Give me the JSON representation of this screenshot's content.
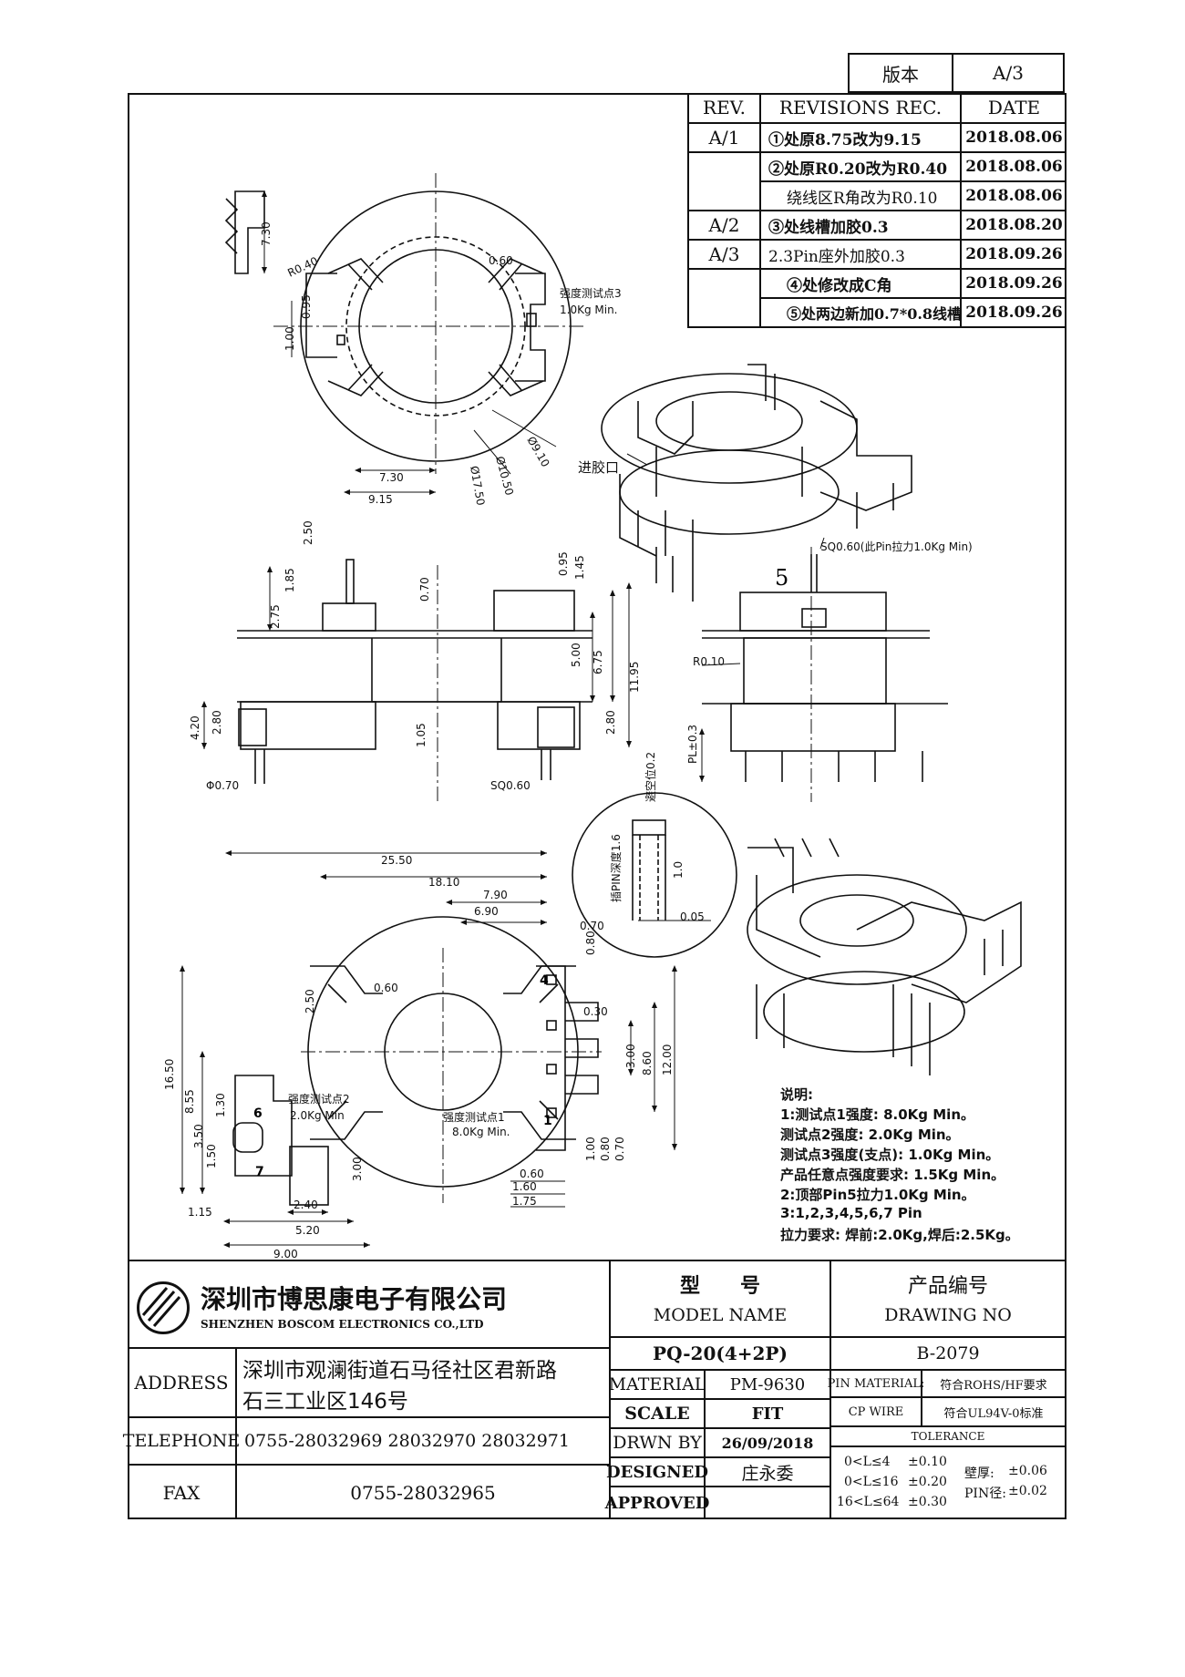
{
  "version_box": {
    "label": "版本",
    "value": "A/3"
  },
  "revisions": {
    "headers": [
      "REV.",
      "REVISIONS REC.",
      "DATE"
    ],
    "rows": [
      {
        "rev": "A/1",
        "desc": "①处原8.75改为9.15",
        "date": "2018.08.06"
      },
      {
        "rev": "",
        "desc": "②处原R0.20改为R0.40",
        "date": "2018.08.06"
      },
      {
        "rev": "",
        "desc": "绕线区R角改为R0.10",
        "date": "2018.08.06"
      },
      {
        "rev": "A/2",
        "desc": "③处线槽加胶0.3",
        "date": "2018.08.20"
      },
      {
        "rev": "A/3",
        "desc": "2.3Pin座外加胶0.3",
        "date": "2018.09.26"
      },
      {
        "rev": "",
        "desc": "④处修改成C角",
        "date": "2018.09.26"
      },
      {
        "rev": "",
        "desc": "⑤处两边新加0.7*0.8线槽",
        "date": "2018.09.26"
      }
    ]
  },
  "drawing_text": {
    "top_view": {
      "d_730": "7.30",
      "r040": "R0.40",
      "d_060": "0.60",
      "test3": "强度测试点3",
      "test3_val": "1.0Kg Min.",
      "d_100": "1.00",
      "d_095": "0.95",
      "d_910": "Ø9.10",
      "d_1050": "Ø10.50",
      "d_1750": "Ø17.50",
      "d_730b": "7.30",
      "d_915": "9.15"
    },
    "iso_label": "进胶口",
    "front_view": {
      "d_250": "2.50",
      "d_185": "1.85",
      "d_275": "2.75",
      "d_070": "0.70",
      "d_095": "0.95",
      "d_145": "1.45",
      "d_500": "5.00",
      "d_675": "6.75",
      "d_1195": "11.95",
      "d_420": "4.20",
      "d_280": "2.80",
      "d_105": "1.05",
      "d_280b": "2.80",
      "phi070": "Φ0.70",
      "sq060": "SQ0.60"
    },
    "side_view": {
      "sq_note": "SQ0.60(此Pin拉力1.0Kg Min)",
      "pin5": "5",
      "r010": "R0.10",
      "pl": "PL±0.3"
    },
    "detail": {
      "avoid": "避空位0.2",
      "depth": "插PIN深度1.6",
      "d_10": "1.0",
      "d_005": "0.05"
    },
    "bottom_view": {
      "d_2550": "25.50",
      "d_1810": "18.10",
      "d_790": "7.90",
      "d_690": "6.90",
      "d_070": "0.70",
      "d_080": "0.80",
      "d_250": "2.50",
      "d_060": "0.60",
      "d_030": "0.30",
      "d_1200": "12.00",
      "d_860": "8.60",
      "d_300": "3.00",
      "d_1650": "16.50",
      "d_855": "8.55",
      "d_130": "1.30",
      "d_350": "3.50",
      "d_150": "1.50",
      "d_300b": "3.00",
      "d_115": "1.15",
      "d_240": "2.40",
      "d_520": "5.20",
      "d_900": "9.00",
      "d_100": "1.00",
      "d_080b": "0.80",
      "d_070b": "0.70",
      "d_060b": "0.60",
      "d_160": "1.60",
      "d_175": "1.75",
      "test2": "强度测试点2",
      "test2_val": "2.0Kg Min",
      "test1": "强度测试点1",
      "test1_val": "8.0Kg Min.",
      "pins": [
        "4",
        "1",
        "6",
        "7"
      ]
    }
  },
  "notes": {
    "title": "说明:",
    "lines": [
      "1:测试点1强度: 8.0Kg Min。",
      "测试点2强度: 2.0Kg Min。",
      "测试点3强度(支点): 1.0Kg Min。",
      "产品任意点强度要求: 1.5Kg Min。",
      "2:顶部Pin5拉力1.0Kg Min。",
      "3:1,2,3,4,5,6,7 Pin",
      "拉力要求: 焊前:2.0Kg,焊后:2.5Kg。"
    ]
  },
  "title_block": {
    "company_cn": "深圳市博思康电子有限公司",
    "company_en": "SHENZHEN BOSCOM ELECTRONICS CO.,LTD",
    "model_label_cn": "型　　号",
    "model_label_en": "MODEL NAME",
    "drawing_label_cn": "产品编号",
    "drawing_label_en": "DRAWING NO",
    "model_value": "PQ-20(4+2P)",
    "drawing_value": "B-2079",
    "address_label": "ADDRESS",
    "address_line1": "深圳市观澜街道石马径社区君新路",
    "address_line2": "石三工业区146号",
    "telephone_label": "TELEPHONE",
    "telephone_value": "0755-28032969 28032970 28032971",
    "fax_label": "FAX",
    "fax_value": "0755-28032965",
    "material_label": "MATERIAL",
    "material_value": "PM-9630",
    "scale_label": "SCALE",
    "scale_value": "FIT",
    "drawn_label": "DRWN BY",
    "drawn_value": "26/09/2018",
    "designed_label": "DESIGNED",
    "designed_value": "庄永委",
    "approved_label": "APPROVED",
    "approved_value": "",
    "pin_material_label": "PIN MATERIAL:",
    "pin_material_value": "CP WIRE",
    "rohs": "符合ROHS/HF要求",
    "ul": "符合UL94V-0标准",
    "tolerance_label": "TOLERANCE",
    "tol_rows": [
      {
        "range": "0<L≤4",
        "val": "±0.10"
      },
      {
        "range": "0<L≤16",
        "val": "±0.20"
      },
      {
        "range": "16<L≤64",
        "val": "±0.30"
      }
    ],
    "wall_label": "壁厚:",
    "wall_val": "±0.06",
    "pin_dia_label": "PIN径:",
    "pin_dia_val": "±0.02"
  }
}
